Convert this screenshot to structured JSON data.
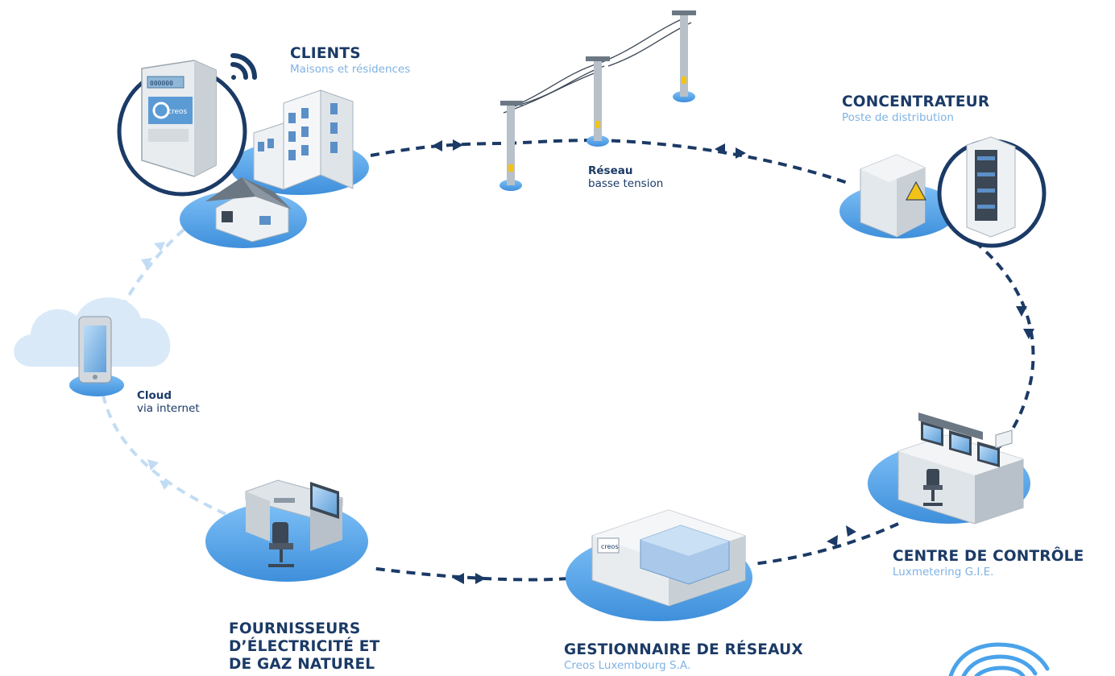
{
  "nodes": {
    "clients": {
      "title": "CLIENTS",
      "subtitle": "Maisons et résidences"
    },
    "concentrateur": {
      "title": "CONCENTRATEUR",
      "subtitle": "Poste de distribution"
    },
    "reseau": {
      "title": "Réseau",
      "subtitle": "basse tension"
    },
    "cloud": {
      "title": "Cloud",
      "subtitle": "via internet"
    },
    "centre": {
      "title": "CENTRE DE CONTRÔLE",
      "subtitle": "Luxmetering G.I.E."
    },
    "gestionnaire": {
      "title": "GESTIONNAIRE DE RÉSEAUX",
      "subtitle": "Creos Luxembourg S.A."
    },
    "fournisseurs": {
      "title_lines": [
        "FOURNISSEURS",
        "D’ÉLECTRICITÉ ET",
        "DE GAZ NATUREL"
      ]
    }
  },
  "meter": {
    "display": "000000",
    "brand": "creos"
  },
  "building_sign": "creos",
  "colors": {
    "navy": "#1b3a66",
    "light_blue": "#7fb2e3",
    "platform": "#5fa9ec",
    "cloud_link": "#c2dcf3"
  },
  "icons": [
    "wifi-icon",
    "smart-meter-icon",
    "apartment-building-icon",
    "house-icon",
    "power-pole-icon",
    "distribution-cabinet-icon",
    "server-rack-icon",
    "lightning-warning-icon",
    "smartphone-icon",
    "cloud-icon",
    "office-desk-icon",
    "office-chair-icon",
    "monitor-icon",
    "control-room-desk-icon",
    "headquarters-building-icon",
    "creos-logo-icon"
  ]
}
